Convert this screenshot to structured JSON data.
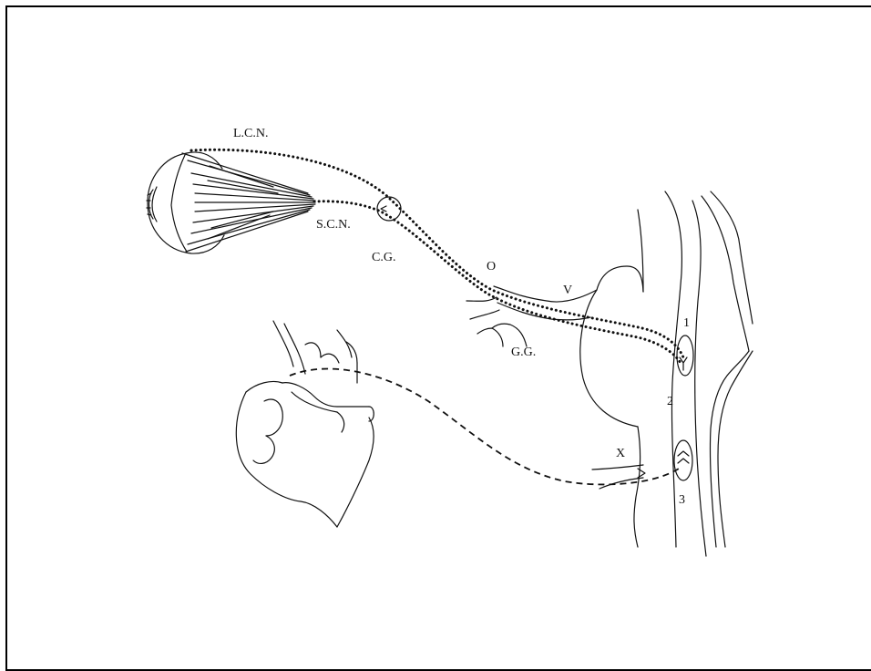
{
  "labels": {
    "lcn": "L.C.N.",
    "scn": "S.C.N.",
    "cg": "C.G.",
    "o": "O",
    "v": "V",
    "gg": "G.G.",
    "n1": "1",
    "n2": "2",
    "n3": "3",
    "x": "X"
  }
}
